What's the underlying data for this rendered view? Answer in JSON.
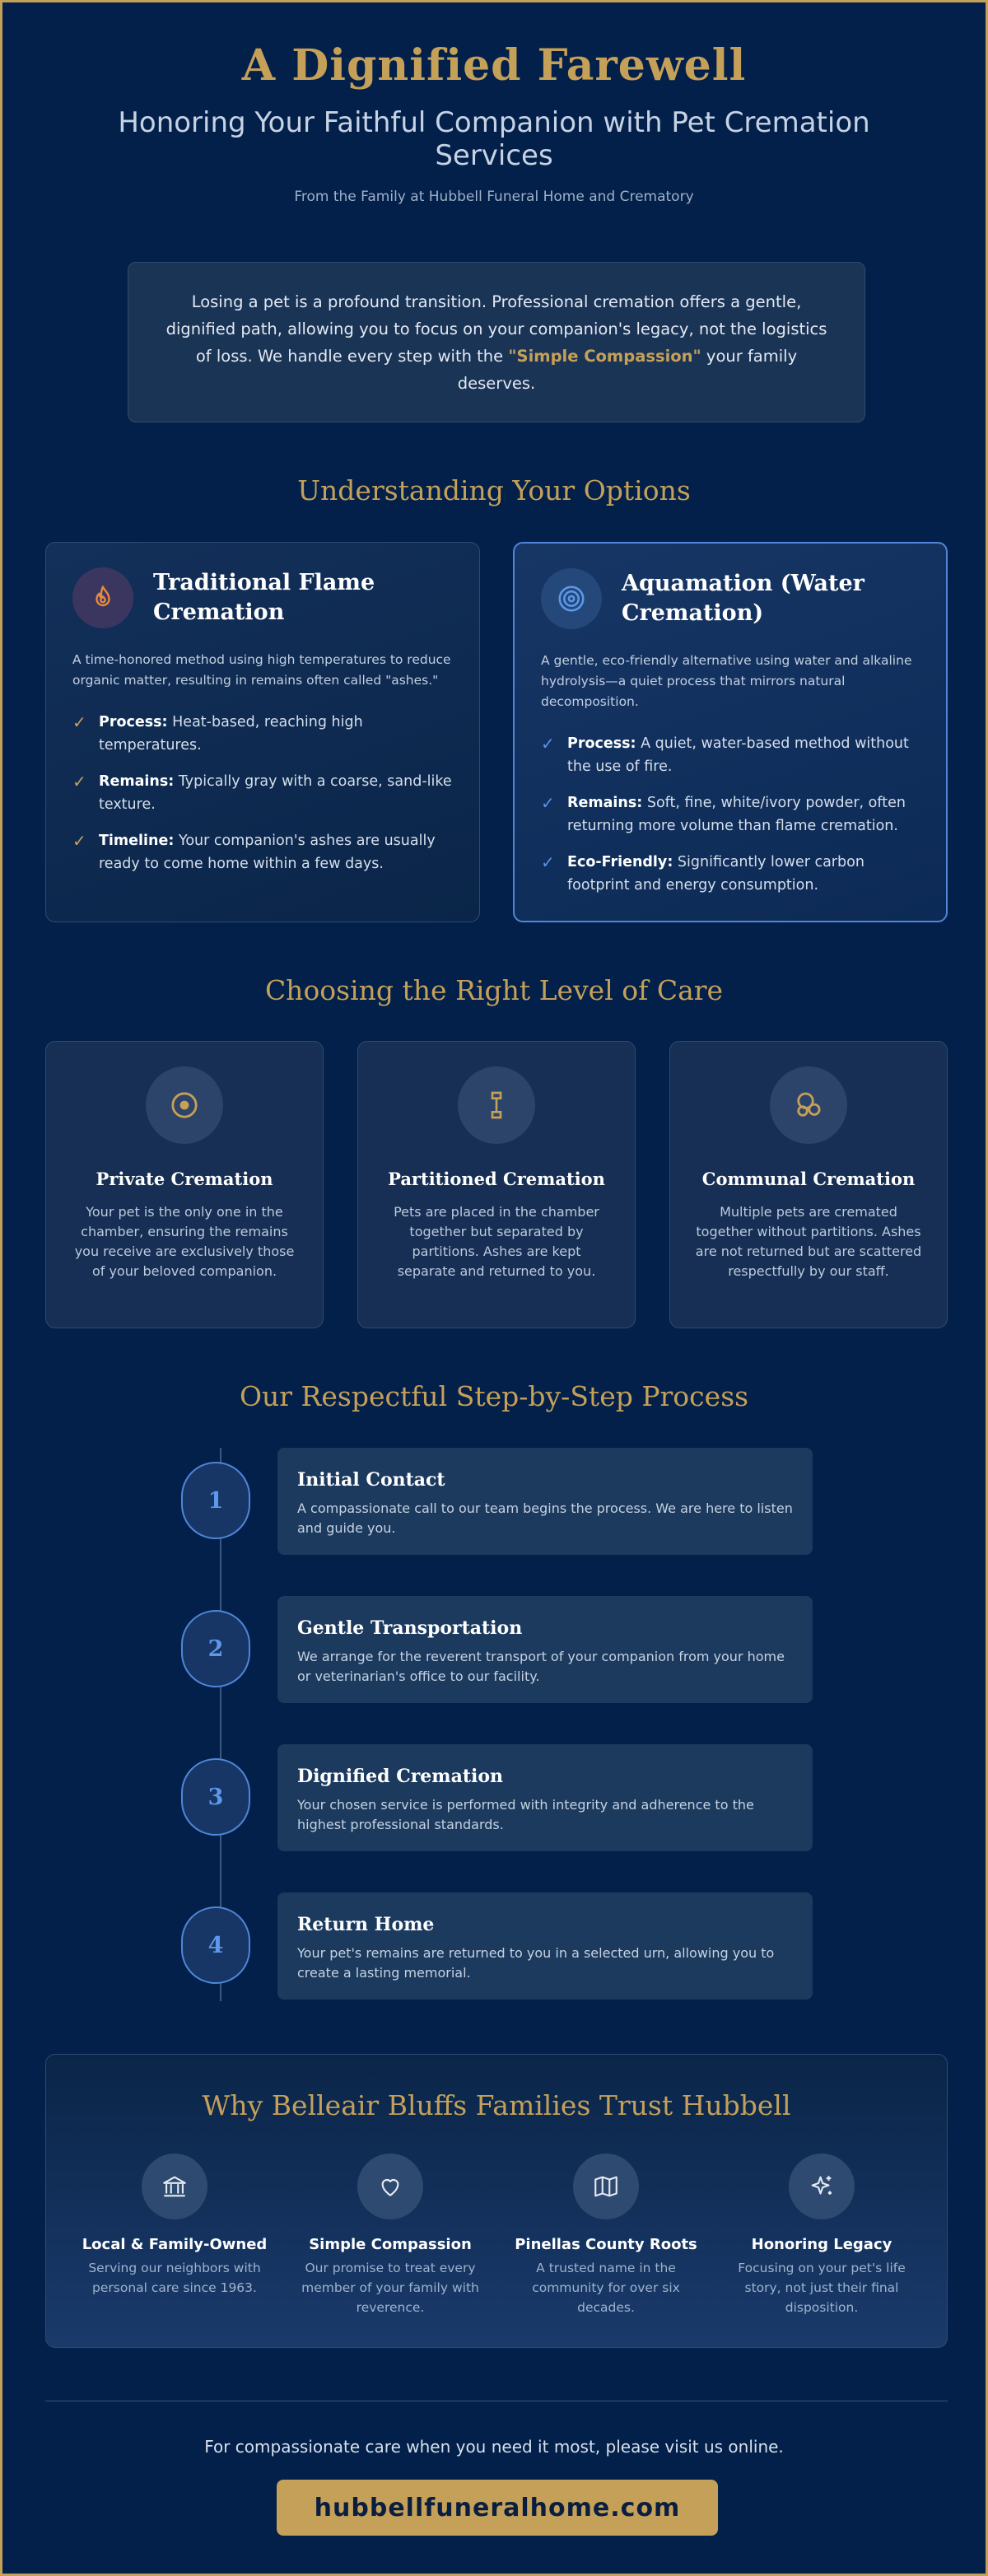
{
  "header": {
    "title": "A Dignified Farewell",
    "subtitle": "Honoring Your Faithful Companion with Pet Cremation Services",
    "byline": "From the Family at Hubbell Funeral Home and Crematory"
  },
  "intro": {
    "text_before": "Losing a pet is a profound transition. Professional cremation offers a gentle, dignified path, allowing you to focus on your companion's legacy, not the logistics of loss. We handle every step with the ",
    "highlight": "\"Simple Compassion\"",
    "text_after": " your family deserves."
  },
  "options": {
    "title": "Understanding Your Options",
    "cards": [
      {
        "icon": "flame-icon",
        "title": "Traditional Flame Cremation",
        "description": "A time-honored method using high temperatures to reduce organic matter, resulting in remains often called \"ashes.\"",
        "points": [
          {
            "label": "Process:",
            "text": "Heat-based, reaching high temperatures."
          },
          {
            "label": "Remains:",
            "text": "Typically gray with a coarse, sand-like texture."
          },
          {
            "label": "Timeline:",
            "text": "Your companion's ashes are usually ready to come home within a few days."
          }
        ]
      },
      {
        "icon": "water-ripple-icon",
        "title": "Aquamation (Water Cremation)",
        "description": "A gentle, eco-friendly alternative using water and alkaline hydrolysis—a quiet process that mirrors natural decomposition.",
        "points": [
          {
            "label": "Process:",
            "text": "A quiet, water-based method without the use of fire."
          },
          {
            "label": "Remains:",
            "text": "Soft, fine, white/ivory powder, often returning more volume than flame cremation."
          },
          {
            "label": "Eco-Friendly:",
            "text": "Significantly lower carbon footprint and energy consumption."
          }
        ]
      }
    ]
  },
  "care": {
    "title": "Choosing the Right Level of Care",
    "cards": [
      {
        "icon": "single-circle-icon",
        "title": "Private Cremation",
        "description": "Your pet is the only one in the chamber, ensuring the remains you receive are exclusively those of your beloved companion."
      },
      {
        "icon": "partition-icon",
        "title": "Partitioned Cremation",
        "description": "Pets are placed in the chamber together but separated by partitions. Ashes are kept separate and returned to you."
      },
      {
        "icon": "group-circles-icon",
        "title": "Communal Cremation",
        "description": "Multiple pets are cremated together without partitions. Ashes are not returned but are scattered respectfully by our staff."
      }
    ]
  },
  "process": {
    "title": "Our Respectful Step-by-Step Process",
    "steps": [
      {
        "num": "1",
        "title": "Initial Contact",
        "description": "A compassionate call to our team begins the process. We are here to listen and guide you."
      },
      {
        "num": "2",
        "title": "Gentle Transportation",
        "description": "We arrange for the reverent transport of your companion from your home or veterinarian's office to our facility."
      },
      {
        "num": "3",
        "title": "Dignified Cremation",
        "description": "Your chosen service is performed with integrity and adherence to the highest professional standards."
      },
      {
        "num": "4",
        "title": "Return Home",
        "description": "Your pet's remains are returned to you in a selected urn, allowing you to create a lasting memorial."
      }
    ]
  },
  "trust": {
    "title": "Why Belleair Bluffs Families Trust Hubbell",
    "items": [
      {
        "icon": "building-icon",
        "name": "Local & Family-Owned",
        "description": "Serving our neighbors with personal care since 1963."
      },
      {
        "icon": "heart-icon",
        "name": "Simple Compassion",
        "description": "Our promise to treat every member of your family with reverence."
      },
      {
        "icon": "map-icon",
        "name": "Pinellas County Roots",
        "description": "A trusted name in the community for over six decades."
      },
      {
        "icon": "sparkle-icon",
        "name": "Honoring Legacy",
        "description": "Focusing on your pet's life story, not just their final disposition."
      }
    ]
  },
  "footer": {
    "text": "For compassionate care when you need it most, please visit us online.",
    "cta": "hubbellfuneralhome.com"
  },
  "colors": {
    "background": "#02204a",
    "accent_gold": "#c5a059",
    "accent_blue": "#4f86d9"
  }
}
